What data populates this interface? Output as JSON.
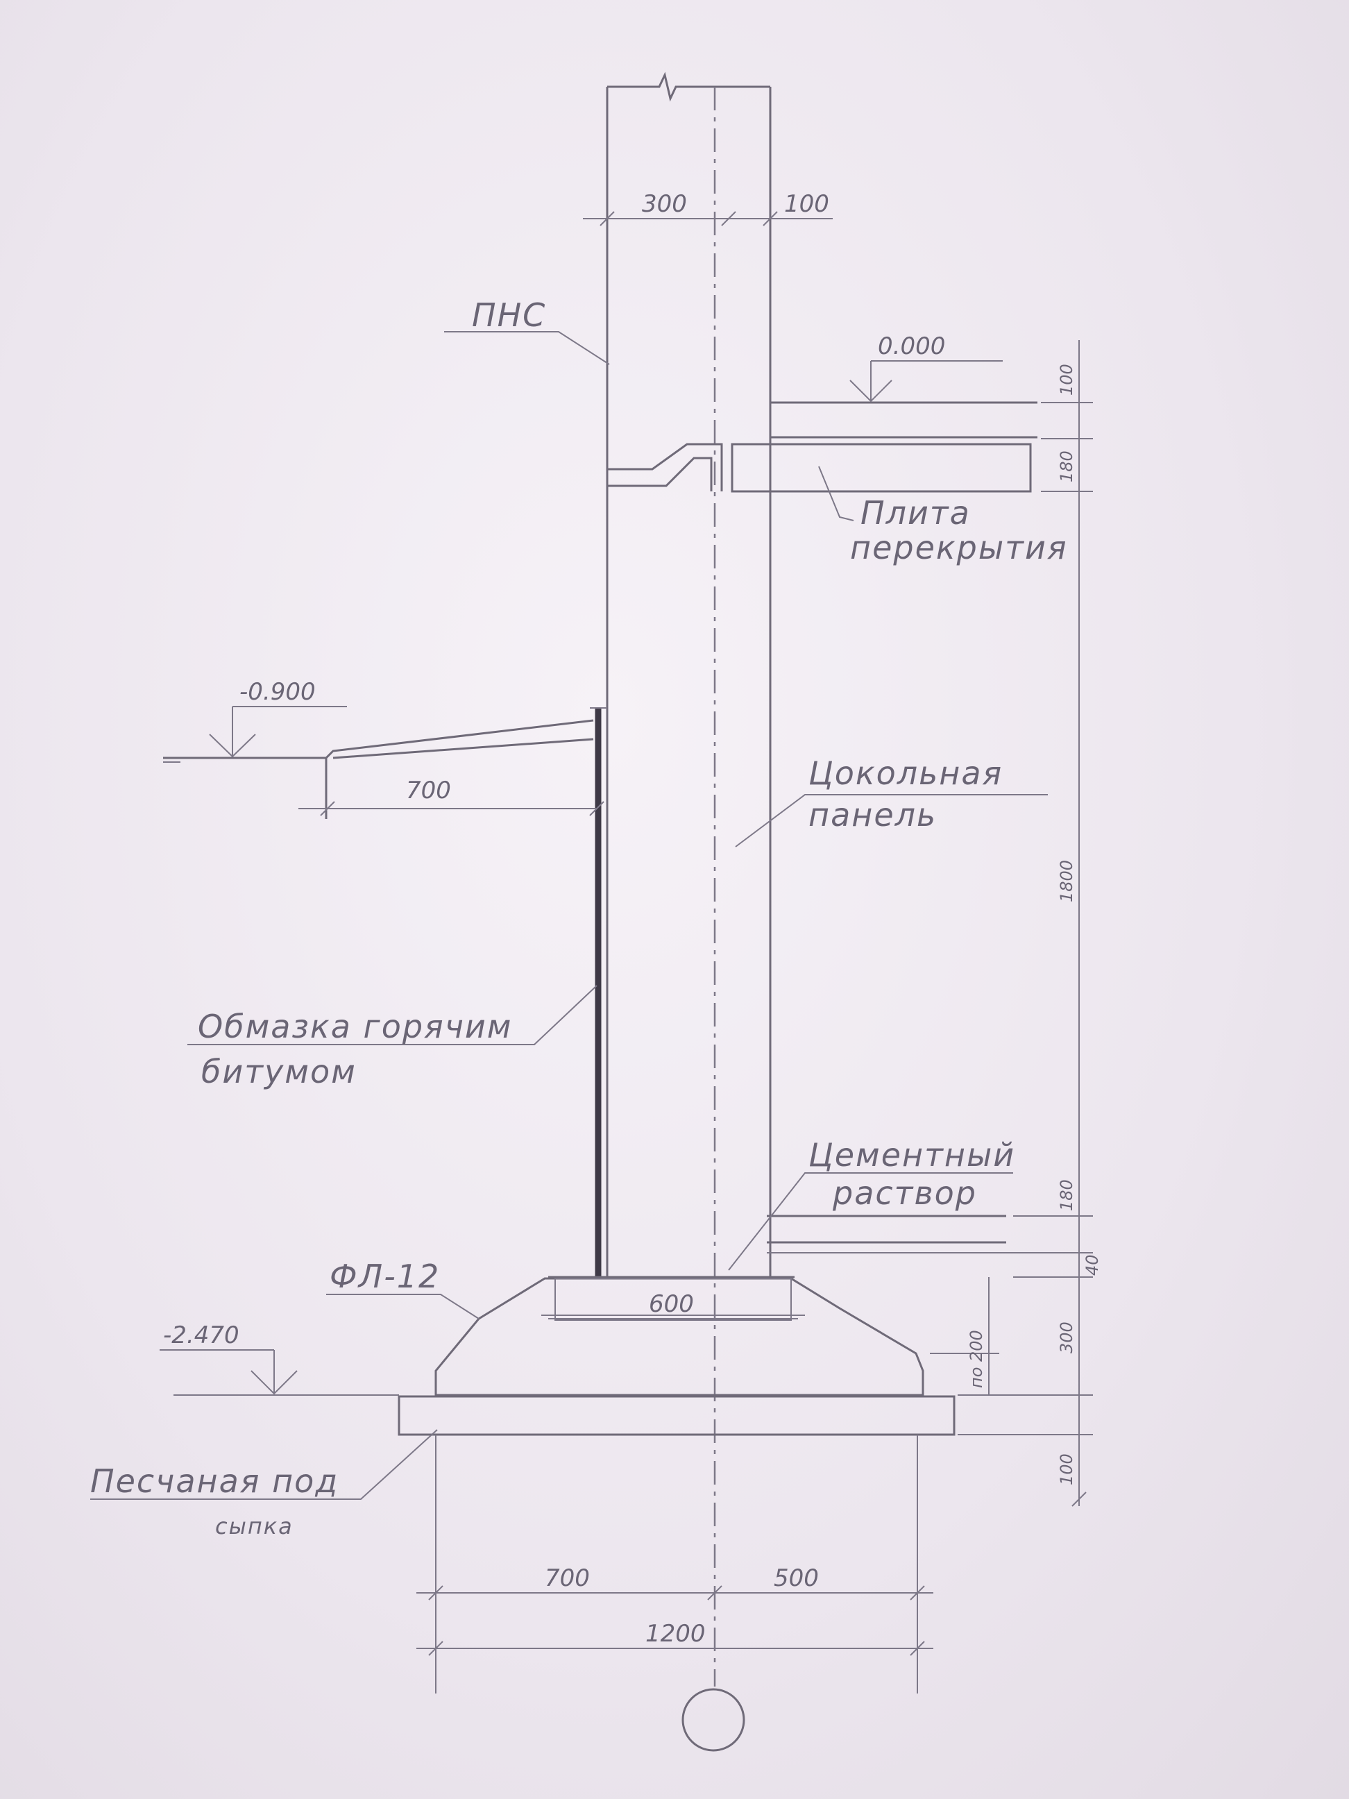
{
  "labels": {
    "pns": "ПНС",
    "slab_line1": "Плита",
    "slab_line2": "перекрытия",
    "plinth_line1": "Цокольная",
    "plinth_line2": "панель",
    "coating_line1": "Обмазка горячим",
    "coating_line2": "битумом",
    "mortar_line1": "Цементный",
    "mortar_line2": "раствор",
    "footing": "ФЛ-12",
    "sand_line1": "Песчаная под",
    "sand_line2": "сыпка"
  },
  "elevations": {
    "floor": "0.000",
    "ground": "-0.900",
    "base": "-2.470"
  },
  "dimensions": {
    "wall_left": "300",
    "wall_right": "100",
    "slab_top": "100",
    "slab_bottom": "180",
    "plinth_height": "1800",
    "mortar_layer": "180",
    "joint": "40",
    "footing_height": "300",
    "footing_step": "по 200",
    "sand_layer": "100",
    "blind_area": "700",
    "footing_top_width": "600",
    "base_left": "700",
    "base_right": "500",
    "base_total": "1200"
  }
}
